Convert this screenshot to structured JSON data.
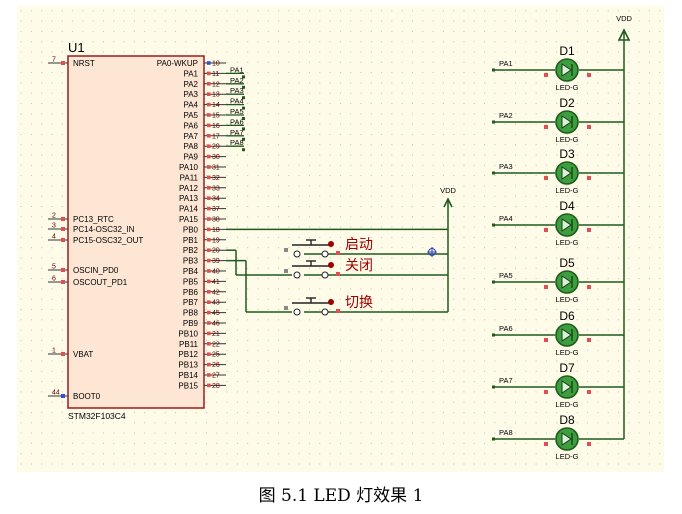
{
  "chip": {
    "ref": "U1",
    "part": "STM32F103C4",
    "left_pins": [
      {
        "num": "7",
        "name": "NRST"
      },
      {
        "num": "2",
        "name": "PC13_RTC"
      },
      {
        "num": "3",
        "name": "PC14-OSC32_IN"
      },
      {
        "num": "4",
        "name": "PC15-OSC32_OUT"
      },
      {
        "num": "5",
        "name": "OSCIN_PD0"
      },
      {
        "num": "6",
        "name": "OSCOUT_PD1"
      },
      {
        "num": "1",
        "name": "VBAT"
      },
      {
        "num": "44",
        "name": "BOOT0"
      }
    ],
    "right_pins": [
      {
        "num": "10",
        "name": "PA0-WKUP"
      },
      {
        "num": "11",
        "name": "PA1"
      },
      {
        "num": "12",
        "name": "PA2"
      },
      {
        "num": "13",
        "name": "PA3"
      },
      {
        "num": "14",
        "name": "PA4"
      },
      {
        "num": "15",
        "name": "PA5"
      },
      {
        "num": "16",
        "name": "PA6"
      },
      {
        "num": "17",
        "name": "PA7"
      },
      {
        "num": "29",
        "name": "PA8"
      },
      {
        "num": "30",
        "name": "PA9"
      },
      {
        "num": "31",
        "name": "PA10"
      },
      {
        "num": "32",
        "name": "PA11"
      },
      {
        "num": "33",
        "name": "PA12"
      },
      {
        "num": "34",
        "name": "PA13"
      },
      {
        "num": "37",
        "name": "PA14"
      },
      {
        "num": "38",
        "name": "PA15"
      },
      {
        "num": "18",
        "name": "PB0"
      },
      {
        "num": "19",
        "name": "PB1"
      },
      {
        "num": "20",
        "name": "PB2"
      },
      {
        "num": "39",
        "name": "PB3"
      },
      {
        "num": "40",
        "name": "PB4"
      },
      {
        "num": "41",
        "name": "PB5"
      },
      {
        "num": "42",
        "name": "PB6"
      },
      {
        "num": "43",
        "name": "PB7"
      },
      {
        "num": "45",
        "name": "PB8"
      },
      {
        "num": "46",
        "name": "PB9"
      },
      {
        "num": "21",
        "name": "PB10"
      },
      {
        "num": "22",
        "name": "PB11"
      },
      {
        "num": "25",
        "name": "PB12"
      },
      {
        "num": "26",
        "name": "PB13"
      },
      {
        "num": "27",
        "name": "PB14"
      },
      {
        "num": "28",
        "name": "PB15"
      }
    ],
    "net_labels": [
      "PA1",
      "PA2",
      "PA3",
      "PA4",
      "PA5",
      "PA6",
      "PA7",
      "PA8"
    ]
  },
  "buttons": [
    {
      "label": "启动",
      "color": "#a00000"
    },
    {
      "label": "关闭",
      "color": "#a00000"
    },
    {
      "label": "切换",
      "color": "#a00000"
    }
  ],
  "vdd_label": "VDD",
  "leds": [
    {
      "ref": "D1",
      "net": "PA1",
      "part": "LED-G"
    },
    {
      "ref": "D2",
      "net": "PA2",
      "part": "LED-G"
    },
    {
      "ref": "D3",
      "net": "PA3",
      "part": "LED-G"
    },
    {
      "ref": "D4",
      "net": "PA4",
      "part": "LED-G"
    },
    {
      "ref": "D5",
      "net": "PA5",
      "part": "LED-G"
    },
    {
      "ref": "D6",
      "net": "PA6",
      "part": "LED-G"
    },
    {
      "ref": "D7",
      "net": "PA7",
      "part": "LED-G"
    },
    {
      "ref": "D8",
      "net": "PA8",
      "part": "LED-G"
    }
  ],
  "colors": {
    "sheet": "#fffbe9",
    "wire": "#1e5a1e",
    "chip_body": "#fde7d4",
    "chip_border": "#9a1d1d",
    "pin_num": "#5a0000",
    "led_body": "#3c9e3c",
    "pin_end": "#e05050"
  },
  "caption": "图 5.1 LED 灯效果 1"
}
